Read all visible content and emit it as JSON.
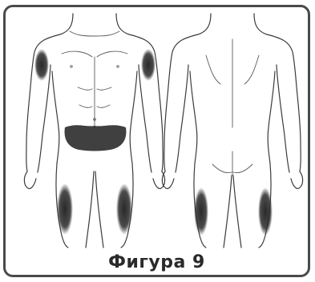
{
  "caption": "Фигура 9",
  "figures": [
    {
      "view": "front",
      "icon": "body-front-icon"
    },
    {
      "view": "back",
      "icon": "body-back-icon"
    }
  ],
  "shading_color": "#2b2b2b",
  "frame_color": "#4a4a4a"
}
